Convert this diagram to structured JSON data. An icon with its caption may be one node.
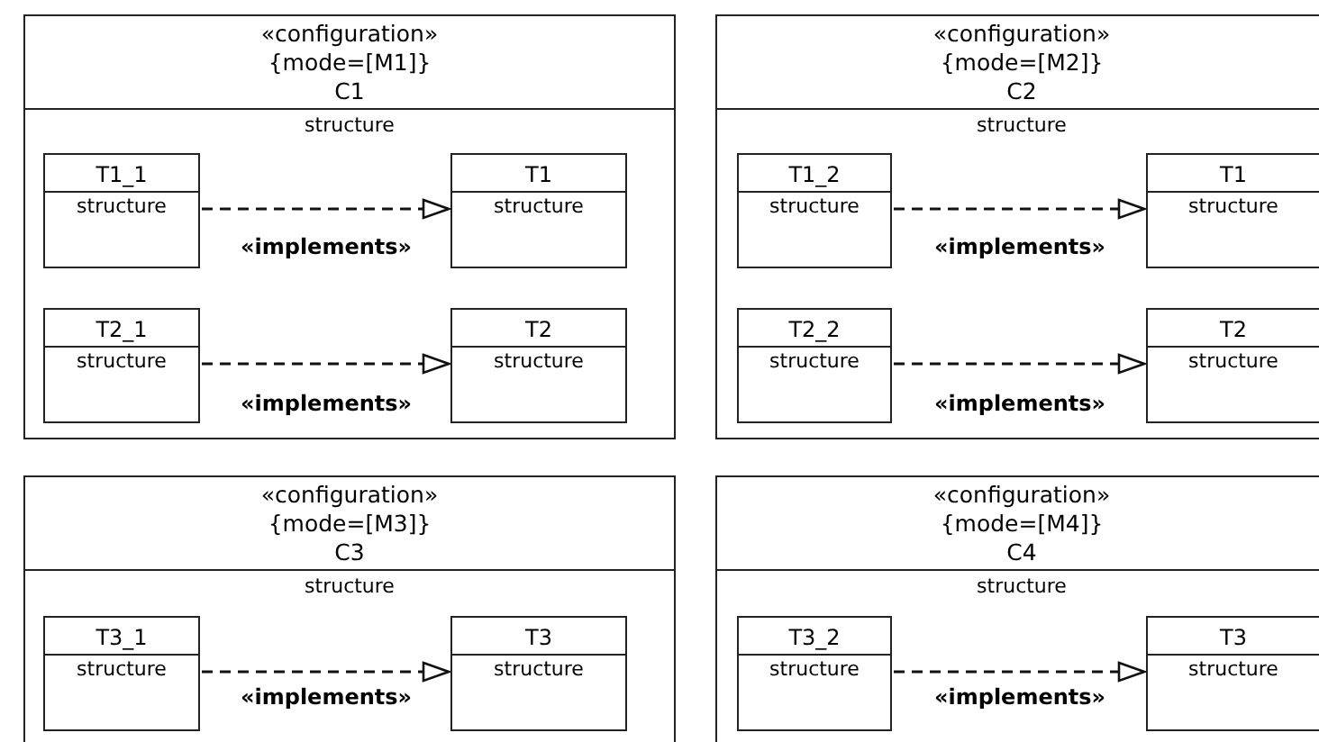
{
  "diagram": {
    "nodes": [
      {
        "text": [
          "«configuration»",
          "{mode=[M1]}",
          "C1",
          "structure"
        ]
      },
      {
        "text": [
          "T1_1",
          "structure"
        ],
        "in": 0
      },
      {
        "text": [
          "T1",
          "structure"
        ],
        "in": 0
      },
      {
        "text": [
          "T2_1",
          "structure"
        ],
        "in": 0
      },
      {
        "text": [
          "T2",
          "structure"
        ],
        "in": 0
      },
      {
        "text": [
          "«configuration»",
          "{mode=[M2]}",
          "C2",
          "structure"
        ]
      },
      {
        "text": [
          "T1_2",
          "structure"
        ],
        "in": 5
      },
      {
        "text": [
          "T1",
          "structure"
        ],
        "in": 5
      },
      {
        "text": [
          "T2_2",
          "structure"
        ],
        "in": 5
      },
      {
        "text": [
          "T2",
          "structure"
        ],
        "in": 5
      },
      {
        "text": [
          "«configuration»",
          "{mode=[M3]}",
          "C3",
          "structure"
        ]
      },
      {
        "text": [
          "T3_1",
          "structure"
        ],
        "in": 10
      },
      {
        "text": [
          "T3",
          "structure"
        ],
        "in": 10
      },
      {
        "text": [
          "«configuration»",
          "{mode=[M4]}",
          "C4",
          "structure"
        ]
      },
      {
        "text": [
          "T3_2",
          "structure"
        ],
        "in": 13
      },
      {
        "text": [
          "T3",
          "structure"
        ],
        "in": 13
      }
    ],
    "edges": [
      {
        "from": 1,
        "to": 2,
        "arrow": "to",
        "style": "dashed",
        "label": "«implements»"
      },
      {
        "from": 3,
        "to": 4,
        "arrow": "to",
        "style": "dashed",
        "label": "«implements»"
      },
      {
        "from": 6,
        "to": 7,
        "arrow": "to",
        "style": "dashed",
        "label": "«implements»"
      },
      {
        "from": 8,
        "to": 9,
        "arrow": "to",
        "style": "dashed",
        "label": "«implements»"
      },
      {
        "from": 11,
        "to": 12,
        "arrow": "to",
        "style": "dashed",
        "label": "«implements»"
      },
      {
        "from": 14,
        "to": 15,
        "arrow": "to",
        "style": "dashed",
        "label": "«implements»"
      }
    ]
  }
}
